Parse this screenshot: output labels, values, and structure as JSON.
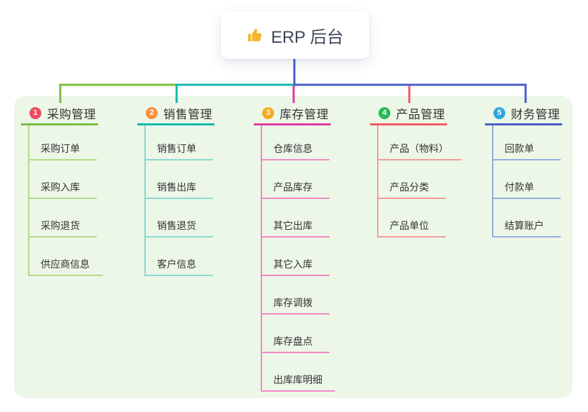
{
  "root_node": {
    "icon": "thumbs-up-icon",
    "label": "ERP 后台"
  },
  "branches": [
    {
      "index": "1",
      "label": "采购管理",
      "badge_color": "#ef4a5e",
      "line_color": "#7cbc3f",
      "light_line_color": "#b4d98a",
      "children": [
        "采购订单",
        "采购入库",
        "采购退货",
        "供应商信息"
      ]
    },
    {
      "index": "2",
      "label": "销售管理",
      "badge_color": "#f7913e",
      "line_color": "#14b8ab",
      "light_line_color": "#8ad9d1",
      "children": [
        "销售订单",
        "销售出库",
        "销售退货",
        "客户信息"
      ]
    },
    {
      "index": "3",
      "label": "库存管理",
      "badge_color": "#f7a922",
      "line_color": "#e139a0",
      "light_line_color": "#f388c4",
      "children": [
        "仓库信息",
        "产品库存",
        "其它出库",
        "其它入库",
        "库存调拨",
        "库存盘点",
        "出库库明细"
      ]
    },
    {
      "index": "4",
      "label": "产品管理",
      "badge_color": "#2eb857",
      "line_color": "#f05a62",
      "light_line_color": "#f59b9b",
      "children": [
        "产品（物料）",
        "产品分类",
        "产品单位"
      ]
    },
    {
      "index": "5",
      "label": "财务管理",
      "badge_color": "#2ba6df",
      "line_color": "#4a5cc8",
      "light_line_color": "#93abdf",
      "children": [
        "回款单",
        "付款单",
        "结算账户"
      ]
    }
  ],
  "colors": {
    "panel_bg": "#ecf7e8",
    "root_line": "#4a5cc8",
    "text": "#333333",
    "root_text": "#3d4757",
    "thumb_icon": "#f2b52e"
  }
}
